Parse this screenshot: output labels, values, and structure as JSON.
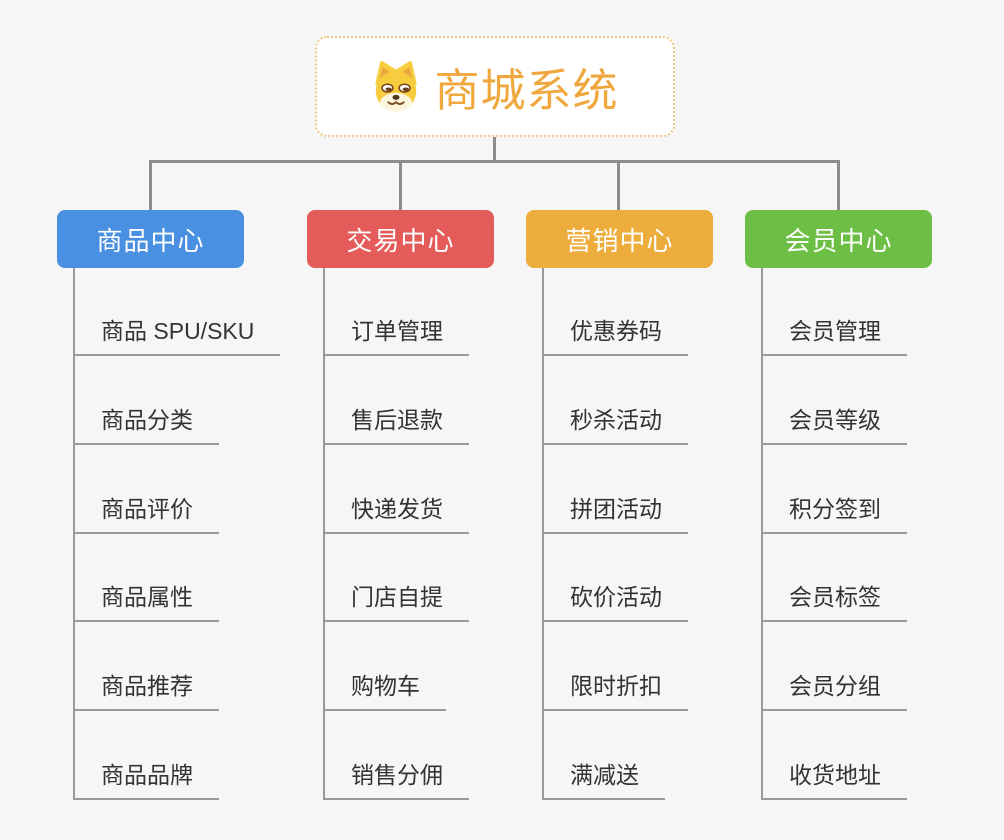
{
  "root": {
    "title": "商城系统",
    "title_color": "#f0a83e",
    "icon": "dog-icon"
  },
  "theme": {
    "background": "#f6f6f6",
    "root_background": "#ffffff",
    "root_border": "#f1c583",
    "connector": "#8c8c8c",
    "leaf_line": "#9a9a9a",
    "leaf_text": "#333333",
    "header_text": "#ffffff"
  },
  "branches": [
    {
      "label": "商品中心",
      "color": "#4a90e2",
      "items": [
        "商品 SPU/SKU",
        "商品分类",
        "商品评价",
        "商品属性",
        "商品推荐",
        "商品品牌"
      ]
    },
    {
      "label": "交易中心",
      "color": "#e45c59",
      "items": [
        "订单管理",
        "售后退款",
        "快递发货",
        "门店自提",
        "购物车",
        "销售分佣"
      ]
    },
    {
      "label": "营销中心",
      "color": "#edad3c",
      "items": [
        "优惠券码",
        "秒杀活动",
        "拼团活动",
        "砍价活动",
        "限时折扣",
        "满减送"
      ]
    },
    {
      "label": "会员中心",
      "color": "#6dbe44",
      "items": [
        "会员管理",
        "会员等级",
        "积分签到",
        "会员标签",
        "会员分组",
        "收货地址"
      ]
    }
  ]
}
